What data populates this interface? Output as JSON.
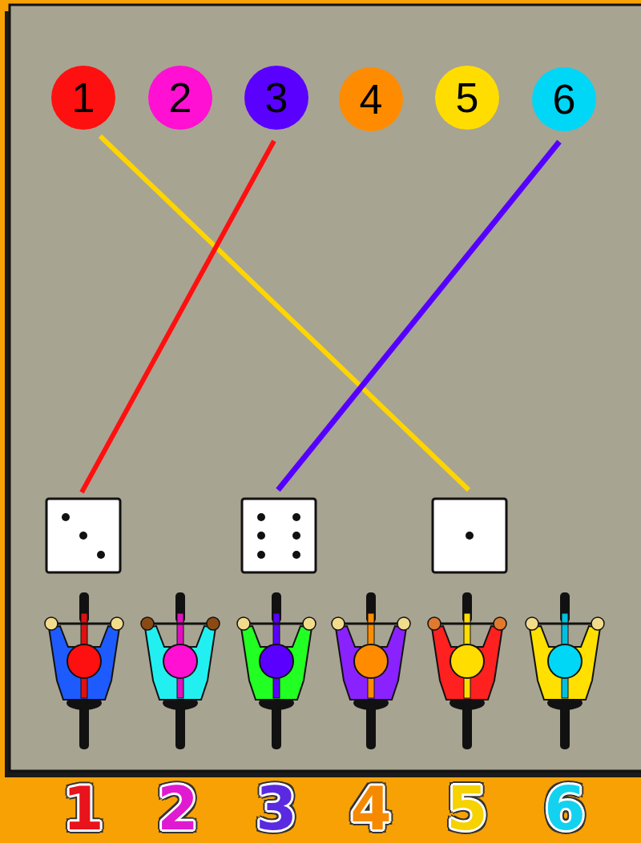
{
  "diagram": {
    "nodes": [
      {
        "text": [
          "1"
        ]
      },
      {
        "text": [
          "2"
        ]
      },
      {
        "text": [
          "3"
        ]
      },
      {
        "text": [
          "4"
        ]
      },
      {
        "text": [
          "5"
        ]
      },
      {
        "text": [
          "6"
        ]
      }
    ],
    "labels": [
      "1",
      "2",
      "3",
      "4",
      "5",
      "6"
    ]
  }
}
